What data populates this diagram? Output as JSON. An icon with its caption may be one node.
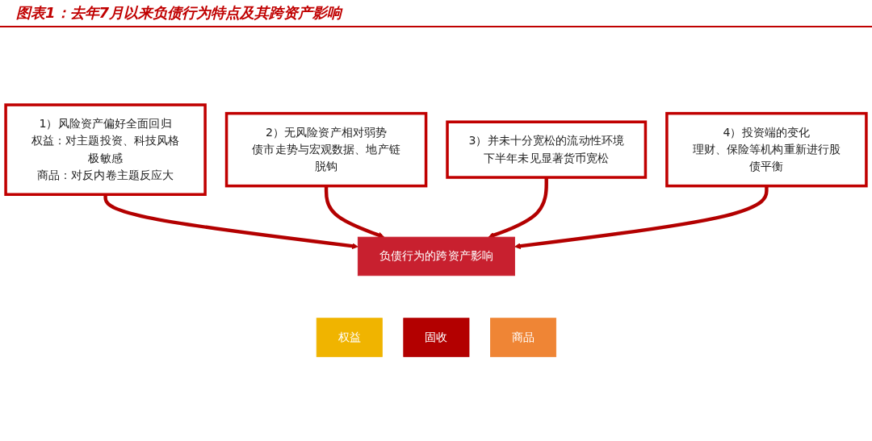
{
  "diagram": {
    "title": "图表1：去年7月以来负债行为特点及其跨资产影响",
    "nodes": [
      {
        "text": [
          "1）风险资产偏好全面回归",
          "权益：对主题投资、科技风格极敏感",
          "商品：对反内卷主题反应大"
        ]
      },
      {
        "text": [
          "2）无风险资产相对弱势",
          "债市走势与宏观数据、地产链脱钩"
        ]
      },
      {
        "text": [
          "3）并未十分宽松的流动性环境",
          "下半年未见显著货币宽松"
        ]
      },
      {
        "text": [
          "4）投资端的变化",
          "理财、保险等机构重新进行股债平衡"
        ]
      },
      {
        "text": [
          "负债行为的跨资产影响"
        ]
      },
      {
        "text": [
          "权益"
        ]
      },
      {
        "text": [
          "固收"
        ]
      },
      {
        "text": [
          "商品"
        ]
      }
    ],
    "edges": [
      {
        "from": 0,
        "to": 4,
        "arrow": "to"
      },
      {
        "from": 1,
        "to": 4,
        "arrow": "to"
      },
      {
        "from": 2,
        "to": 4,
        "arrow": "to"
      },
      {
        "from": 3,
        "to": 4,
        "arrow": "to"
      }
    ]
  }
}
